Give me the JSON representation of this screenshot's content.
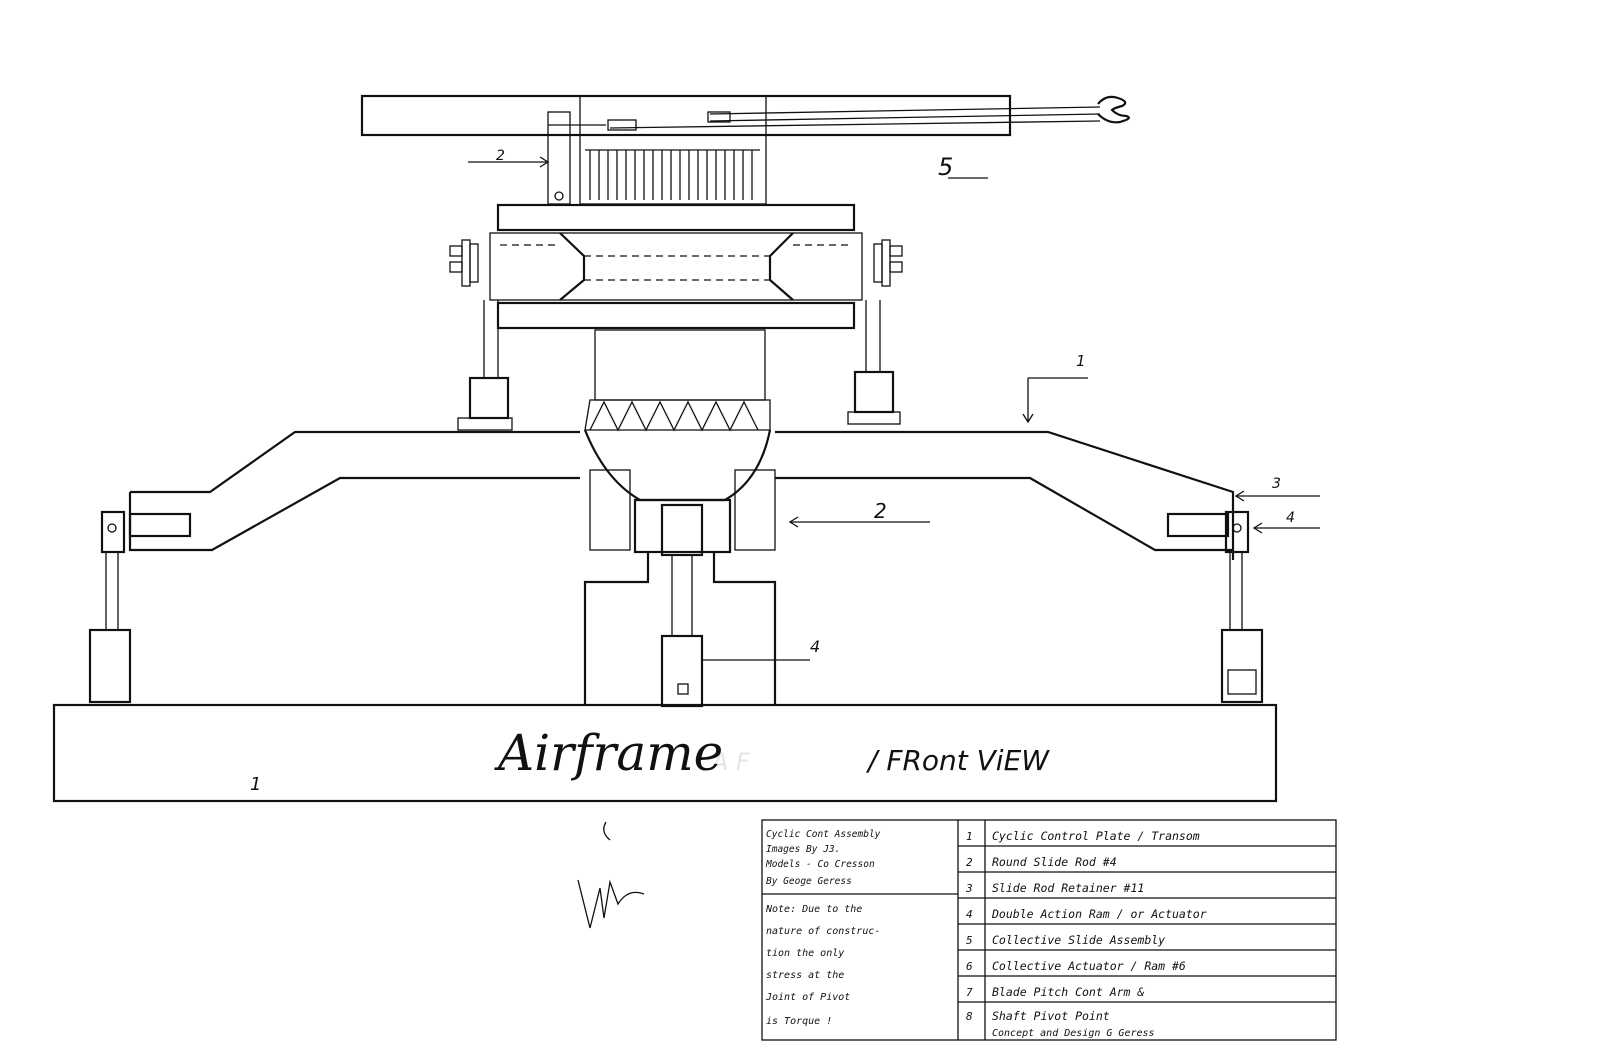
{
  "title": {
    "script_word": "Airframe",
    "sub_text": "/ FRont ViEW",
    "faded_text": "A  F"
  },
  "callouts": [
    "2",
    "5",
    "1",
    "3",
    "2",
    "4",
    "4",
    "1"
  ],
  "legend": {
    "left_top_lines": [
      "Cyclic Cont Assembly",
      "Images By J3.",
      "Models - Co Cresson",
      "By Geoge Geress"
    ],
    "left_note_lines": [
      "Note: Due to the",
      "nature of construc-",
      "tion the only",
      "stress at the",
      "Joint of Pivot",
      "is Torque !"
    ],
    "numbers": [
      "1",
      "2",
      "3",
      "4",
      "5",
      "6",
      "7",
      "8"
    ],
    "items": [
      "Cyclic Control Plate / Transom",
      "Round Slide Rod #4",
      "Slide Rod Retainer #11",
      "Double Action Ram / or Actuator",
      "Collective Slide Assembly",
      "Collective Actuator / Ram #6",
      "Blade Pitch Cont Arm &",
      "Shaft Pivot Point"
    ],
    "footer": "Concept and Design G Geress"
  },
  "icons": {
    "clamp": "clamp-jaw-icon",
    "signature": "signature-mark-icon"
  }
}
